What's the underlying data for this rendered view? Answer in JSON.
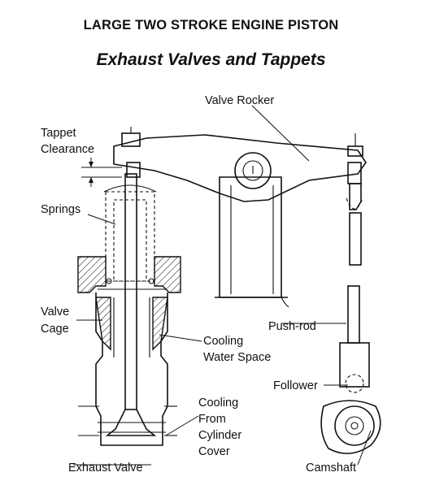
{
  "diagram": {
    "title": "LARGE TWO STROKE ENGINE PISTON",
    "subtitle": "Exhaust Valves and Tappets",
    "labels": {
      "valve_rocker": "Valve Rocker",
      "tappet_clearance_1": "Tappet",
      "tappet_clearance_2": "Clearance",
      "springs": "Springs",
      "valve_cage_1": "Valve",
      "valve_cage_2": "Cage",
      "push_rod": "Push-rod",
      "cooling_water_space_1": "Cooling",
      "cooling_water_space_2": "Water Space",
      "follower": "Follower",
      "cooling_from_cover_1": "Cooling",
      "cooling_from_cover_2": "From",
      "cooling_from_cover_3": "Cylinder",
      "cooling_from_cover_4": "Cover",
      "exhaust_valve": "Exhaust Valve",
      "camshaft": "Camshaft"
    }
  }
}
